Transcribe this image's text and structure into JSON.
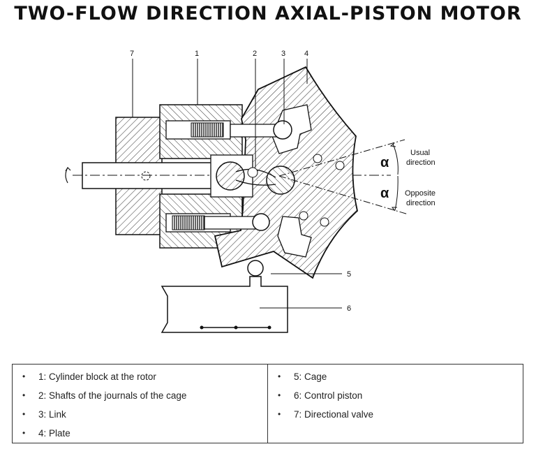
{
  "title": "TWO-FLOW DIRECTION AXIAL-PISTON MOTOR",
  "callouts": [
    "7",
    "1",
    "2",
    "3",
    "4",
    "5",
    "6"
  ],
  "angle": {
    "symbol": "α",
    "upper_label_line1": "Usual",
    "upper_label_line2": "direction",
    "lower_label_line1": "Opposite",
    "lower_label_line2": "direction"
  },
  "legend": {
    "left": [
      "1: Cylinder block at the rotor",
      "2: Shafts of the journals of the cage",
      "3: Link",
      "4: Plate"
    ],
    "right": [
      "5: Cage",
      "6: Control piston",
      "7: Directional valve"
    ]
  }
}
